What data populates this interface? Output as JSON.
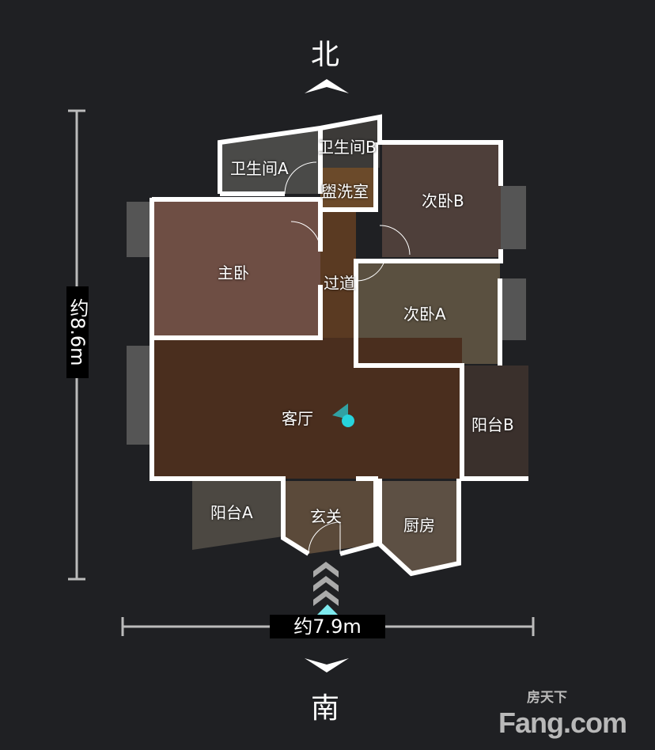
{
  "compass": {
    "north": "北",
    "south": "南"
  },
  "dimensions": {
    "height": "约8.6m",
    "width": "约7.9m"
  },
  "rooms": {
    "bathroom_a": "卫生间A",
    "bathroom_b": "卫生间B",
    "washroom": "盥洗室",
    "second_bedroom_b": "次卧B",
    "master_bedroom": "主卧",
    "hallway": "过道",
    "second_bedroom_a": "次卧A",
    "living_room": "客厅",
    "balcony_b": "阳台B",
    "balcony_a": "阳台A",
    "entrance": "玄关",
    "kitchen": "厨房"
  },
  "logo": {
    "cn": "房天下",
    "en": "Fang.com"
  },
  "colors": {
    "background": "#1f2023",
    "wall": "#ffffff",
    "marker": "#27d3dc"
  }
}
